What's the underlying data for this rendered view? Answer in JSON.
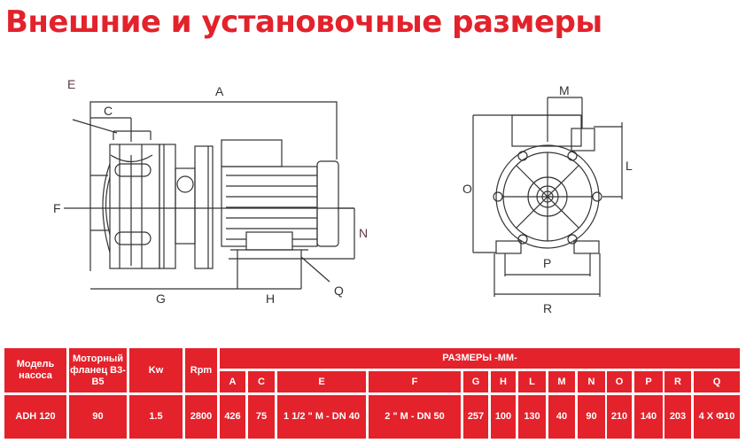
{
  "title": "Внешние и установочные размеры",
  "colors": {
    "accent": "#e3222b",
    "text_on_accent": "#ffffff",
    "line": "#333333"
  },
  "diagram": {
    "side_view_labels": {
      "A": "A",
      "C": "C",
      "E": "E",
      "F": "F",
      "G": "G",
      "H": "H",
      "N": "N",
      "Q": "Q"
    },
    "front_view_labels": {
      "M": "M",
      "L": "L",
      "O": "O",
      "P": "P",
      "R": "R"
    }
  },
  "table": {
    "headers": {
      "model": "Модель насоса",
      "flange": "Моторный фланец B3-B5",
      "kw": "Kw",
      "rpm": "Rpm",
      "sizes_group": "РАЗМЕРЫ -ММ-"
    },
    "dim_columns": [
      "A",
      "C",
      "E",
      "F",
      "G",
      "H",
      "L",
      "M",
      "N",
      "O",
      "P",
      "R",
      "Q"
    ],
    "rows": [
      {
        "model": "ADH 120",
        "flange": "90",
        "kw": "1.5",
        "rpm": "2800",
        "dims": [
          "426",
          "75",
          "1 1/2 \" M - DN 40",
          "2 \" M - DN 50",
          "257",
          "100",
          "130",
          "40",
          "90",
          "210",
          "140",
          "203",
          "4 X Φ10"
        ]
      }
    ]
  }
}
